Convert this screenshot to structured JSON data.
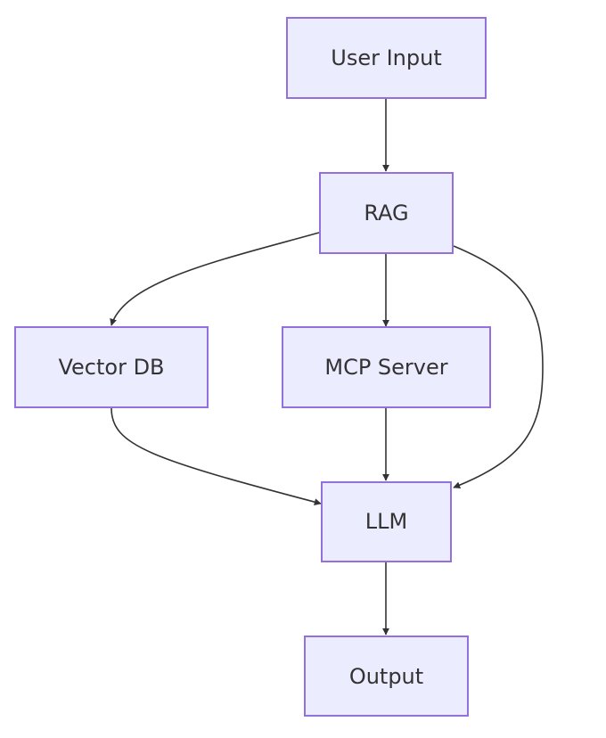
{
  "nodes": {
    "user_input": "User Input",
    "rag": "RAG",
    "vector_db": "Vector DB",
    "mcp_server": "MCP Server",
    "llm": "LLM",
    "output": "Output"
  },
  "edges": [
    {
      "from": "user_input",
      "to": "rag"
    },
    {
      "from": "rag",
      "to": "vector_db"
    },
    {
      "from": "rag",
      "to": "mcp_server"
    },
    {
      "from": "rag",
      "to": "llm"
    },
    {
      "from": "vector_db",
      "to": "llm"
    },
    {
      "from": "mcp_server",
      "to": "llm"
    },
    {
      "from": "llm",
      "to": "output"
    }
  ],
  "colors": {
    "node_fill": "#ECECFF",
    "node_stroke": "#9370DB",
    "edge": "#333333",
    "text": "#333333"
  }
}
